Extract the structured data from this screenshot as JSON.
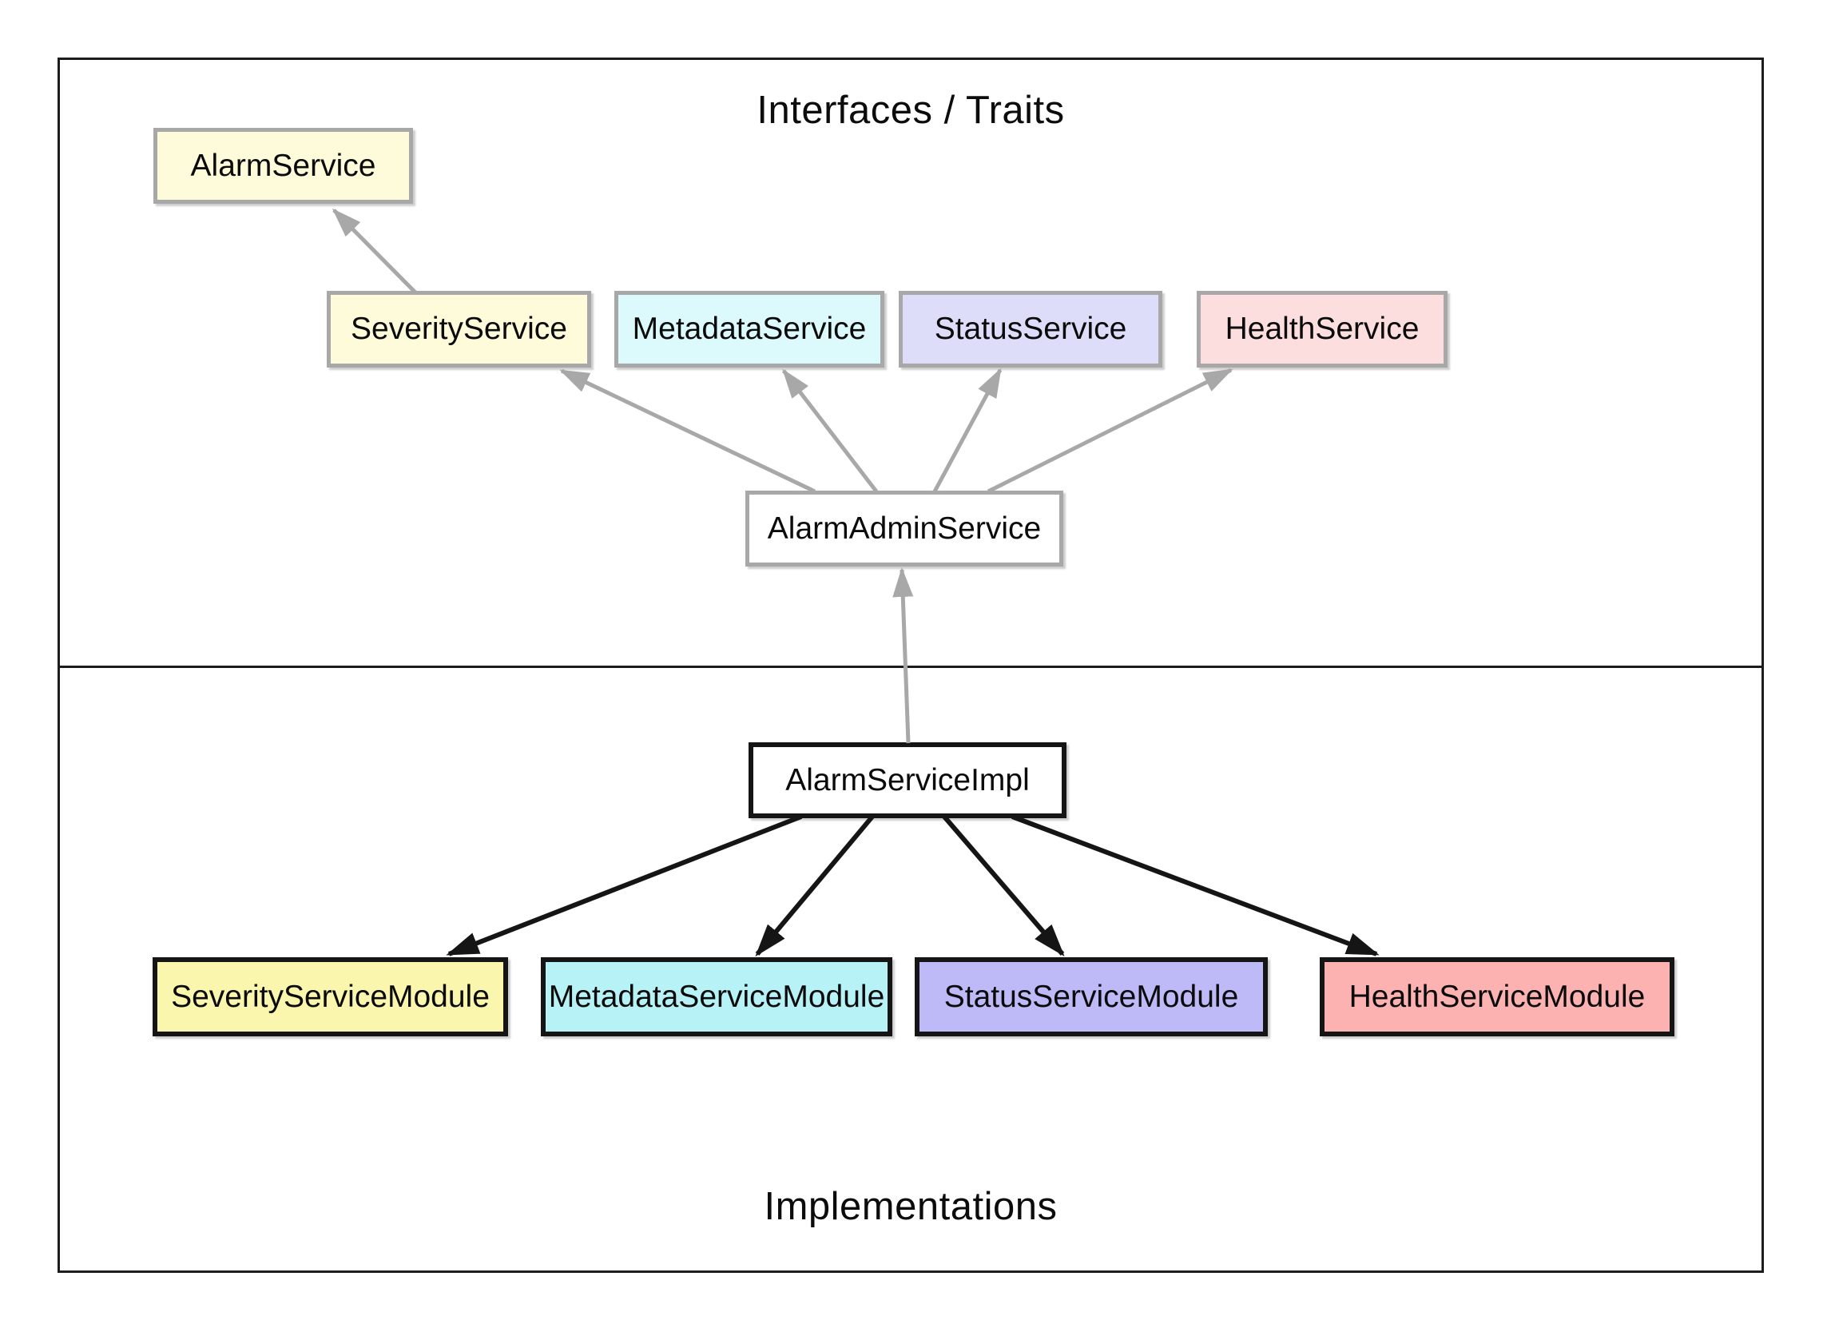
{
  "titles": {
    "interfaces": "Interfaces / Traits",
    "implementations": "Implementations"
  },
  "palette": {
    "border_black": "#151515",
    "border_gray": "#a8a8a8",
    "arrow_gray": "#a8a8a8",
    "arrow_black": "#151515",
    "frame": "#1c1c1c",
    "top_yellow": "#FDFBDA",
    "top_cyan": "#DCFAFC",
    "top_lavender": "#DEDDF9",
    "top_pink": "#FCDEDE",
    "bottom_yellow": "#FAF6AE",
    "bottom_cyan": "#B6F2F6",
    "bottom_lavender": "#BEBAF8",
    "bottom_pink": "#FDB2B2",
    "white": "#FFFFFF"
  },
  "nodes": {
    "alarm_service": {
      "label": "AlarmService",
      "fill": "#FDFBDA",
      "border": "#a8a8a8"
    },
    "severity_service": {
      "label": "SeverityService",
      "fill": "#FDFBDA",
      "border": "#a8a8a8"
    },
    "metadata_service": {
      "label": "MetadataService",
      "fill": "#DCFAFC",
      "border": "#a8a8a8"
    },
    "status_service": {
      "label": "StatusService",
      "fill": "#DEDDF9",
      "border": "#a8a8a8"
    },
    "health_service": {
      "label": "HealthService",
      "fill": "#FCDEDE",
      "border": "#a8a8a8"
    },
    "alarm_admin_service": {
      "label": "AlarmAdminService",
      "fill": "#FFFFFF",
      "border": "#a8a8a8"
    },
    "alarm_service_impl": {
      "label": "AlarmServiceImpl",
      "fill": "#FFFFFF",
      "border": "#151515"
    },
    "severity_service_module": {
      "label": "SeverityServiceModule",
      "fill": "#FAF6AE",
      "border": "#151515"
    },
    "metadata_service_module": {
      "label": "MetadataServiceModule",
      "fill": "#B6F2F6",
      "border": "#151515"
    },
    "status_service_module": {
      "label": "StatusServiceModule",
      "fill": "#BEBAF8",
      "border": "#151515"
    },
    "health_service_module": {
      "label": "HealthServiceModule",
      "fill": "#FDB2B2",
      "border": "#151515"
    }
  },
  "edges": [
    {
      "from": "severity_service",
      "to": "alarm_service",
      "color": "gray"
    },
    {
      "from": "alarm_admin_service",
      "to": "severity_service",
      "color": "gray"
    },
    {
      "from": "alarm_admin_service",
      "to": "metadata_service",
      "color": "gray"
    },
    {
      "from": "alarm_admin_service",
      "to": "status_service",
      "color": "gray"
    },
    {
      "from": "alarm_admin_service",
      "to": "health_service",
      "color": "gray"
    },
    {
      "from": "alarm_service_impl",
      "to": "alarm_admin_service",
      "color": "gray"
    },
    {
      "from": "alarm_service_impl",
      "to": "severity_service_module",
      "color": "black"
    },
    {
      "from": "alarm_service_impl",
      "to": "metadata_service_module",
      "color": "black"
    },
    {
      "from": "alarm_service_impl",
      "to": "status_service_module",
      "color": "black"
    },
    {
      "from": "alarm_service_impl",
      "to": "health_service_module",
      "color": "black"
    }
  ]
}
